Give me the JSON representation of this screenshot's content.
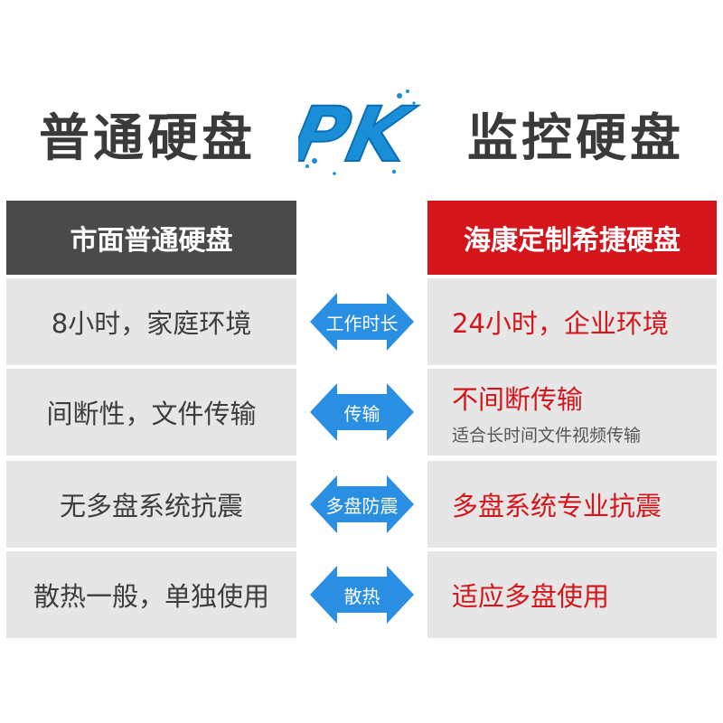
{
  "header": {
    "left_title": "普通硬盘",
    "right_title": "监控硬盘",
    "pk_text": "PK"
  },
  "columns": {
    "left_header": "市面普通硬盘",
    "right_header": "海康定制希捷硬盘"
  },
  "rows": [
    {
      "left": "8小时，家庭环境",
      "arrow": "工作时长",
      "right": "24小时，企业环境",
      "right_sub": ""
    },
    {
      "left": "间断性，文件传输",
      "arrow": "传输",
      "right": "不间断传输",
      "right_sub": "适合长时间文件视频传输"
    },
    {
      "left": "无多盘系统抗震",
      "arrow": "多盘防震",
      "right": "多盘系统专业抗震",
      "right_sub": ""
    },
    {
      "left": "散热一般，单独使用",
      "arrow": "散热",
      "right": "适应多盘使用",
      "right_sub": ""
    }
  ],
  "colors": {
    "accent_red": "#d4161c",
    "dark_gray": "#4a4a4a",
    "cell_gray": "#e6e6e6",
    "arrow_blue": "#2a8ee2",
    "pk_blue": "#1a8ed6"
  }
}
